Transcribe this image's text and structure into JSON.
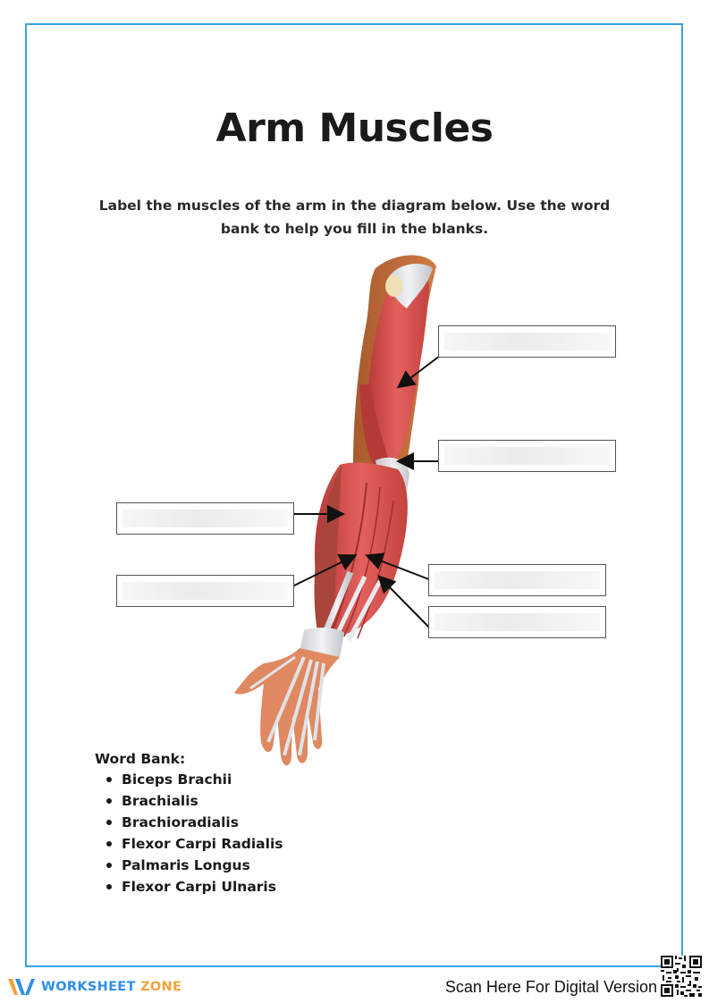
{
  "worksheet": {
    "title": "Arm Muscles",
    "instructions": "Label the muscles of the arm in the diagram below. Use the word bank to help you fill in the blanks."
  },
  "word_bank": {
    "title": "Word Bank:",
    "items": [
      "Biceps Brachii",
      "Brachialis",
      "Brachioradialis",
      "Flexor Carpi Radialis",
      "Palmaris Longus",
      "Flexor Carpi Ulnaris"
    ]
  },
  "footer": {
    "brand_part1": "WORKSHEET",
    "brand_part2": "ZONE",
    "scan_text": "Scan Here For Digital Version"
  },
  "colors": {
    "frame": "#3aa0e6",
    "brand_blue": "#2f8fe6",
    "brand_orange": "#f1a33a",
    "muscle": "#d8504e"
  }
}
